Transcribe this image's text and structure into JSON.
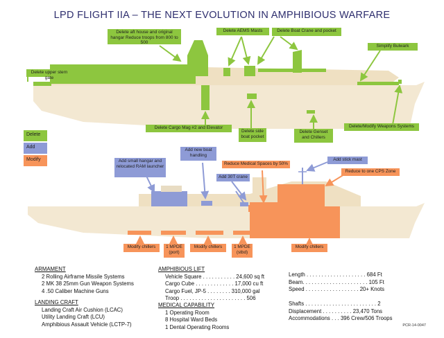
{
  "title": "LPD FLIGHT IIA – THE NEXT EVOLUTION IN AMPHIBIOUS WARFARE",
  "colors": {
    "delete": "#8dc63f",
    "add": "#8e9bd6",
    "modify": "#f7945a",
    "hull": "#f3e8d2",
    "text_title": "#2e2e6e"
  },
  "legend": {
    "delete": "Delete",
    "add": "Add",
    "modify": "Modify"
  },
  "top_callouts": {
    "aft_house": "Delete aft house and original hangar Reduce troops from 800 to 500",
    "aems": "Delete AEMS Masts",
    "boat_crane": "Delete Boat Crane and pocket",
    "bulwark": "Simplify Bulwark",
    "stern_gate": "Delete upper stern gate",
    "cargo_mag": "Delete Cargo Mag #2 and Elevator",
    "side_boat": "Delete side boat pocket",
    "genset": "Delete Genset and Chillers",
    "weapons": "Delete/Modify Weapons Systems"
  },
  "bottom_callouts": {
    "small_hangar": "Add small hangar and relocated RAM launcher",
    "boat_handling": "Add new boat handling",
    "crane": "Add 30T crane",
    "medical": "Reduce Medical Spaces by 50%",
    "stick_mast": "Add stick mast",
    "cps": "Reduce to one CPS Zone",
    "chillers_aft": "Modify chillers",
    "mpde_port": "1 MPDE (port)",
    "chillers_mid": "Modify chillers",
    "mpde_stbd": "1 MPDE (stbd)",
    "chillers_fwd": "Modify chillers"
  },
  "armament": {
    "heading": "ARMAMENT",
    "items": [
      "2 Rolling Airframe Missile Systems",
      "2 MK 38 25mm Gun Weapon Systems",
      "4 .50 Caliber Machine Guns"
    ]
  },
  "landing_craft": {
    "heading": "LANDING CRAFT",
    "items": [
      "Landing Craft Air Cushion (LCAC)",
      "Utility Landing Craft (LCU)",
      "Amphibious Assault Vehicle (LCTP-7)"
    ]
  },
  "amphibious_lift": {
    "heading": "AMPHIBIOUS LIFT",
    "items": [
      "Vehicle Square . . . . . . . . . . . 24,600 sq ft",
      "Cargo Cube . . . . . . . . . . . . . 17,000 cu ft",
      "Cargo Fuel, JP-5 . . . . . . . . 310,000 gal",
      "Troop . . . . . . . . . . . . . . . . . . . . . . 506"
    ]
  },
  "medical_capability": {
    "heading": "MEDICAL CAPABILITY",
    "items": [
      "1 Operating Room",
      "8 Hospital Ward Beds",
      "1 Dental Operating Rooms"
    ]
  },
  "specs_a": [
    "Length . . . . . . . . . . . . . . . . . . . . 684 Ft",
    "Beam. . . . . . . . . . . . . . . . . . . . . . 105 Ft",
    "Speed . . . . . . . . . . . . . . . . . . 20+ Knots"
  ],
  "specs_b": [
    "Shafts . . . . . . . . . . . . . . . . . . . . . . . . 2",
    "Displacement . . . . . . . . . . 23,470 Tons",
    "Accommodations . . . 396 Crew/506 Troops"
  ],
  "doc_id": "PCR-14-0047"
}
